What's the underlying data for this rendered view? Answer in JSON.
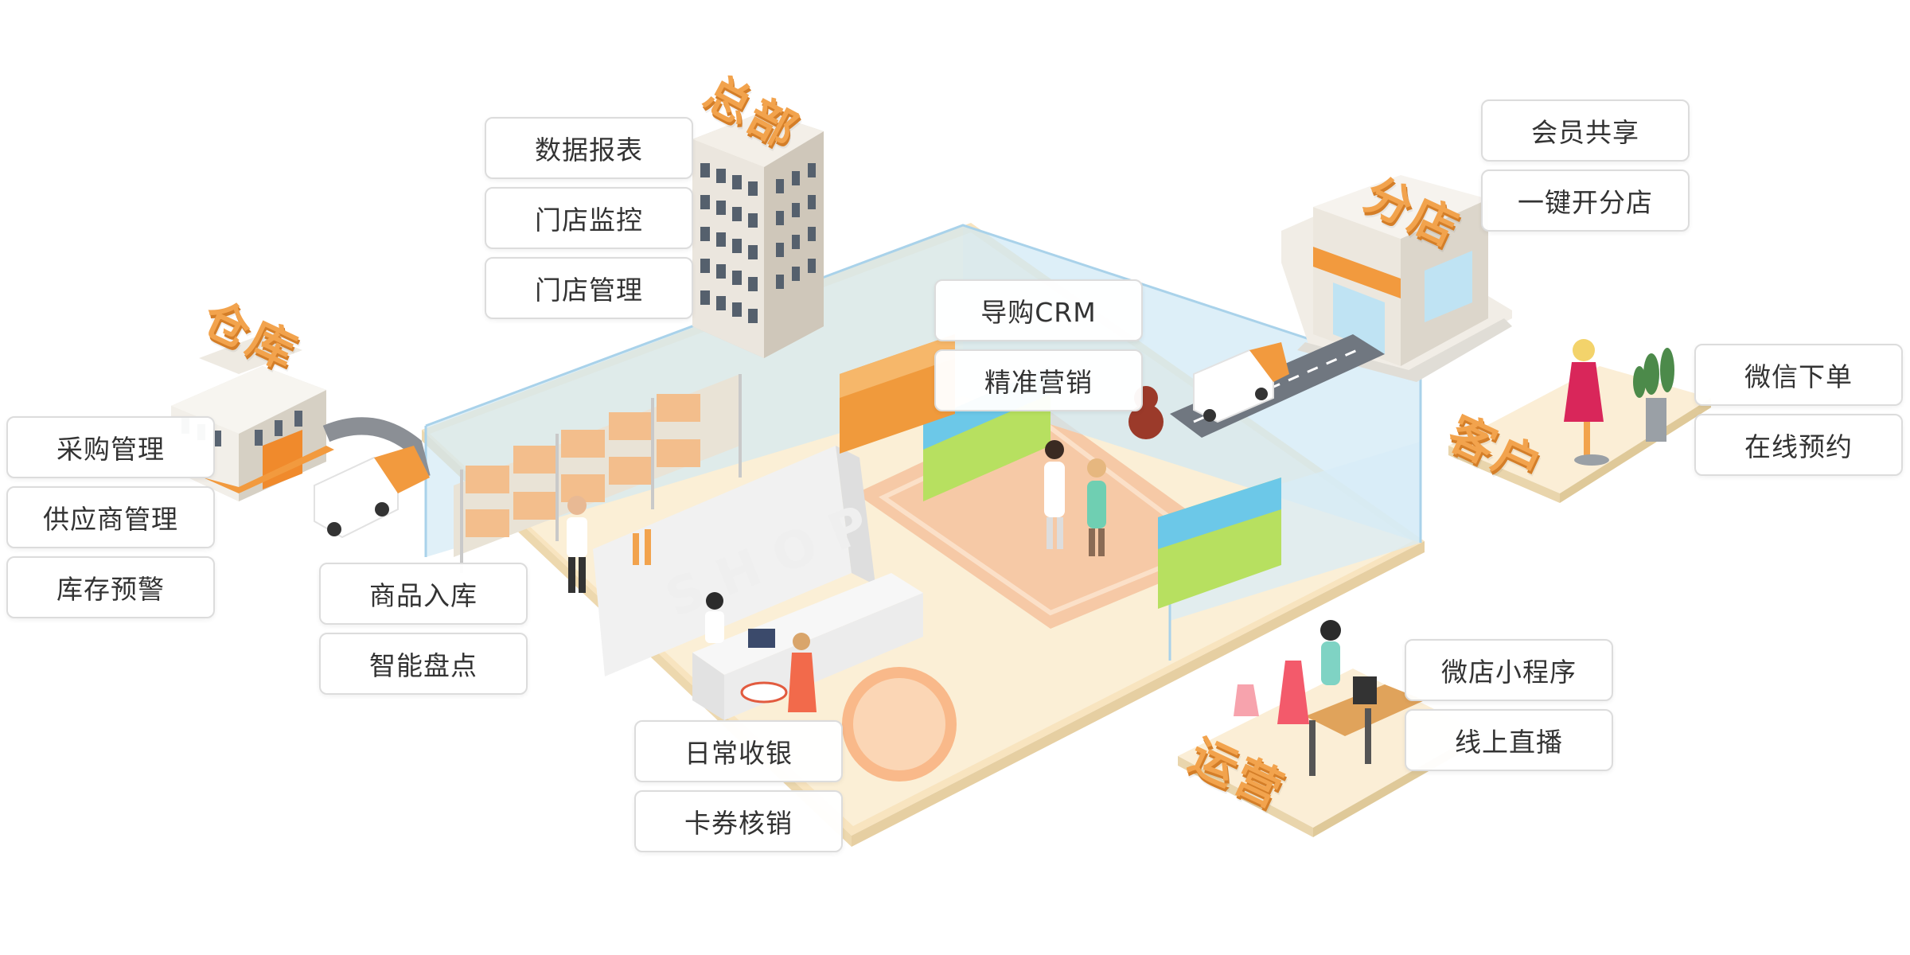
{
  "zones": {
    "headquarters": {
      "label": "总部",
      "tags": [
        "数据报表",
        "门店监控",
        "门店管理"
      ]
    },
    "warehouse": {
      "label": "仓库",
      "tags": [
        "采购管理",
        "供应商管理",
        "库存预警"
      ]
    },
    "branch": {
      "label": "分店",
      "tags": [
        "会员共享",
        "一键开分店"
      ]
    },
    "customer": {
      "label": "客户",
      "tags": [
        "微信下单",
        "在线预约"
      ]
    },
    "operations": {
      "label": "运营",
      "tags": [
        "微店小程序",
        "线上直播"
      ]
    },
    "store": {
      "shop_sign": "SHOP",
      "tags": [
        "导购CRM",
        "精准营销"
      ]
    },
    "stock": {
      "tags": [
        "商品入库",
        "智能盘点"
      ]
    },
    "cashier": {
      "tags": [
        "日常收银",
        "卡券核销"
      ]
    }
  },
  "colors": {
    "accent_orange": "#f2a34d",
    "glass_blue": "#cfe8f5",
    "floor_cream": "#fbefd6",
    "carpet_peach": "#f6c9a6",
    "tag_border": "#dcdcdc",
    "tag_text": "#333333"
  }
}
